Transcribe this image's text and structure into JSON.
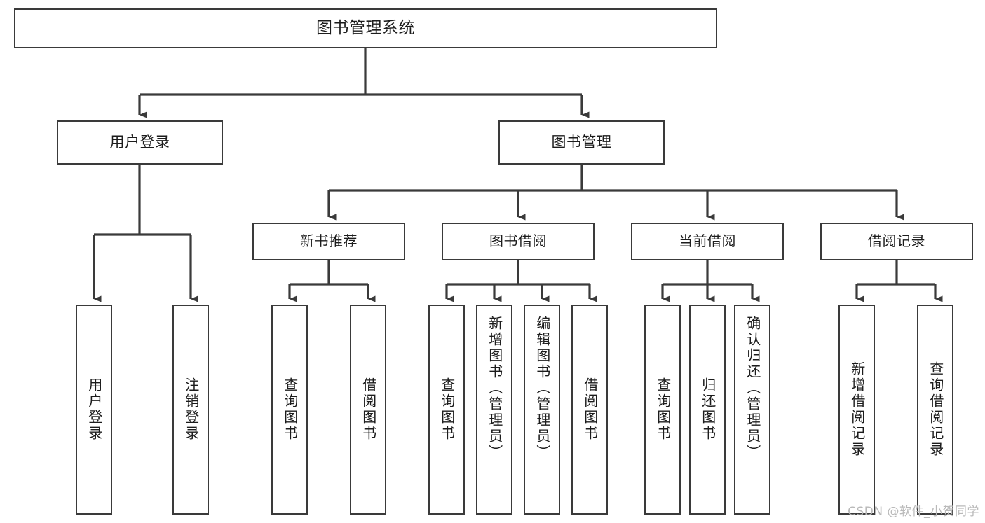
{
  "diagram": {
    "title": "图书管理系统",
    "type": "功能结构图",
    "root": {
      "label": "图书管理系统"
    },
    "level1": [
      {
        "label": "用户登录"
      },
      {
        "label": "图书管理"
      }
    ],
    "level2": [
      {
        "label": "新书推荐"
      },
      {
        "label": "图书借阅"
      },
      {
        "label": "当前借阅"
      },
      {
        "label": "借阅记录"
      }
    ],
    "leaves": {
      "user_login": [
        {
          "label": "用户登录"
        },
        {
          "label": "注销登录"
        }
      ],
      "new_book": [
        {
          "label": "查询图书"
        },
        {
          "label": "借阅图书"
        }
      ],
      "book_borrow": [
        {
          "label": "查询图书"
        },
        {
          "label": "新增图书（管理员）"
        },
        {
          "label": "编辑图书（管理员）"
        },
        {
          "label": "借阅图书"
        }
      ],
      "current_borrow": [
        {
          "label": "查询图书"
        },
        {
          "label": "归还图书"
        },
        {
          "label": "确认归还（管理员）"
        }
      ],
      "borrow_record": [
        {
          "label": "新增借阅记录"
        },
        {
          "label": "查询借阅记录"
        }
      ]
    }
  },
  "watermark": {
    "text": "CSDN @软件_小贺同学"
  },
  "colors": {
    "stroke": "#3a3a3a",
    "background": "#ffffff",
    "text": "#1c1c1c",
    "watermark": "#b9b9b9"
  }
}
